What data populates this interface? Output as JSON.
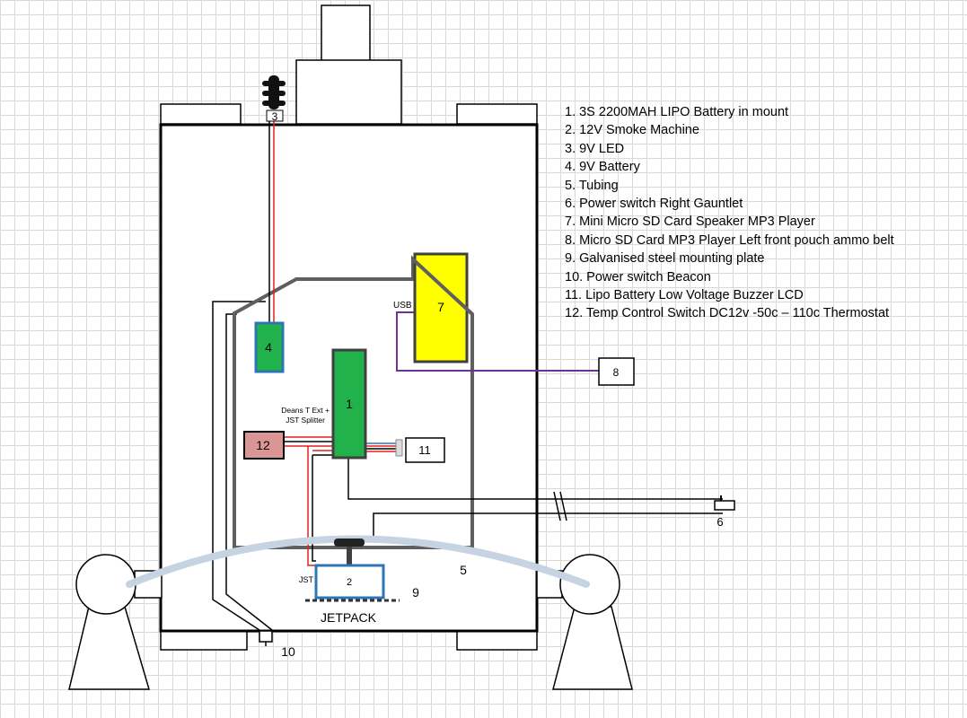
{
  "labels": {
    "n1": "1",
    "n2": "2",
    "n3": "3",
    "n4": "4",
    "n5": "5",
    "n6": "6",
    "n7": "7",
    "n8": "8",
    "n9": "9",
    "n10": "10",
    "n11": "11",
    "n12": "12",
    "usb": "USB",
    "jst": "JST",
    "deans_line1": "Deans T Ext +",
    "deans_line2": "JST Splitter",
    "jetpack": "JETPACK"
  },
  "legend": [
    "1. 3S 2200MAH LIPO Battery in mount",
    "2. 12V Smoke Machine",
    "3. 9V LED",
    "4. 9V Battery",
    "5. Tubing",
    "6. Power switch Right Gauntlet",
    "7. Mini Micro SD Card Speaker MP3 Player",
    "8. Micro SD Card MP3 Player Left front pouch ammo belt",
    "9. Galvanised steel mounting plate",
    "10. Power switch Beacon",
    "11. Lipo Battery Low Voltage Buzzer LCD",
    "12. Temp Control Switch DC12v -50c – 110c Thermostat"
  ],
  "colors": {
    "battery_green": "#21b24b",
    "mp3_yellow": "#ffff00",
    "thermostat_pink": "#d99694",
    "smoke_blue": "#2e75b6",
    "tubing": "#c5d3e3",
    "plate_gray": "#5f5f5f",
    "wire_red": "#e02020",
    "wire_purple": "#7030a0"
  }
}
